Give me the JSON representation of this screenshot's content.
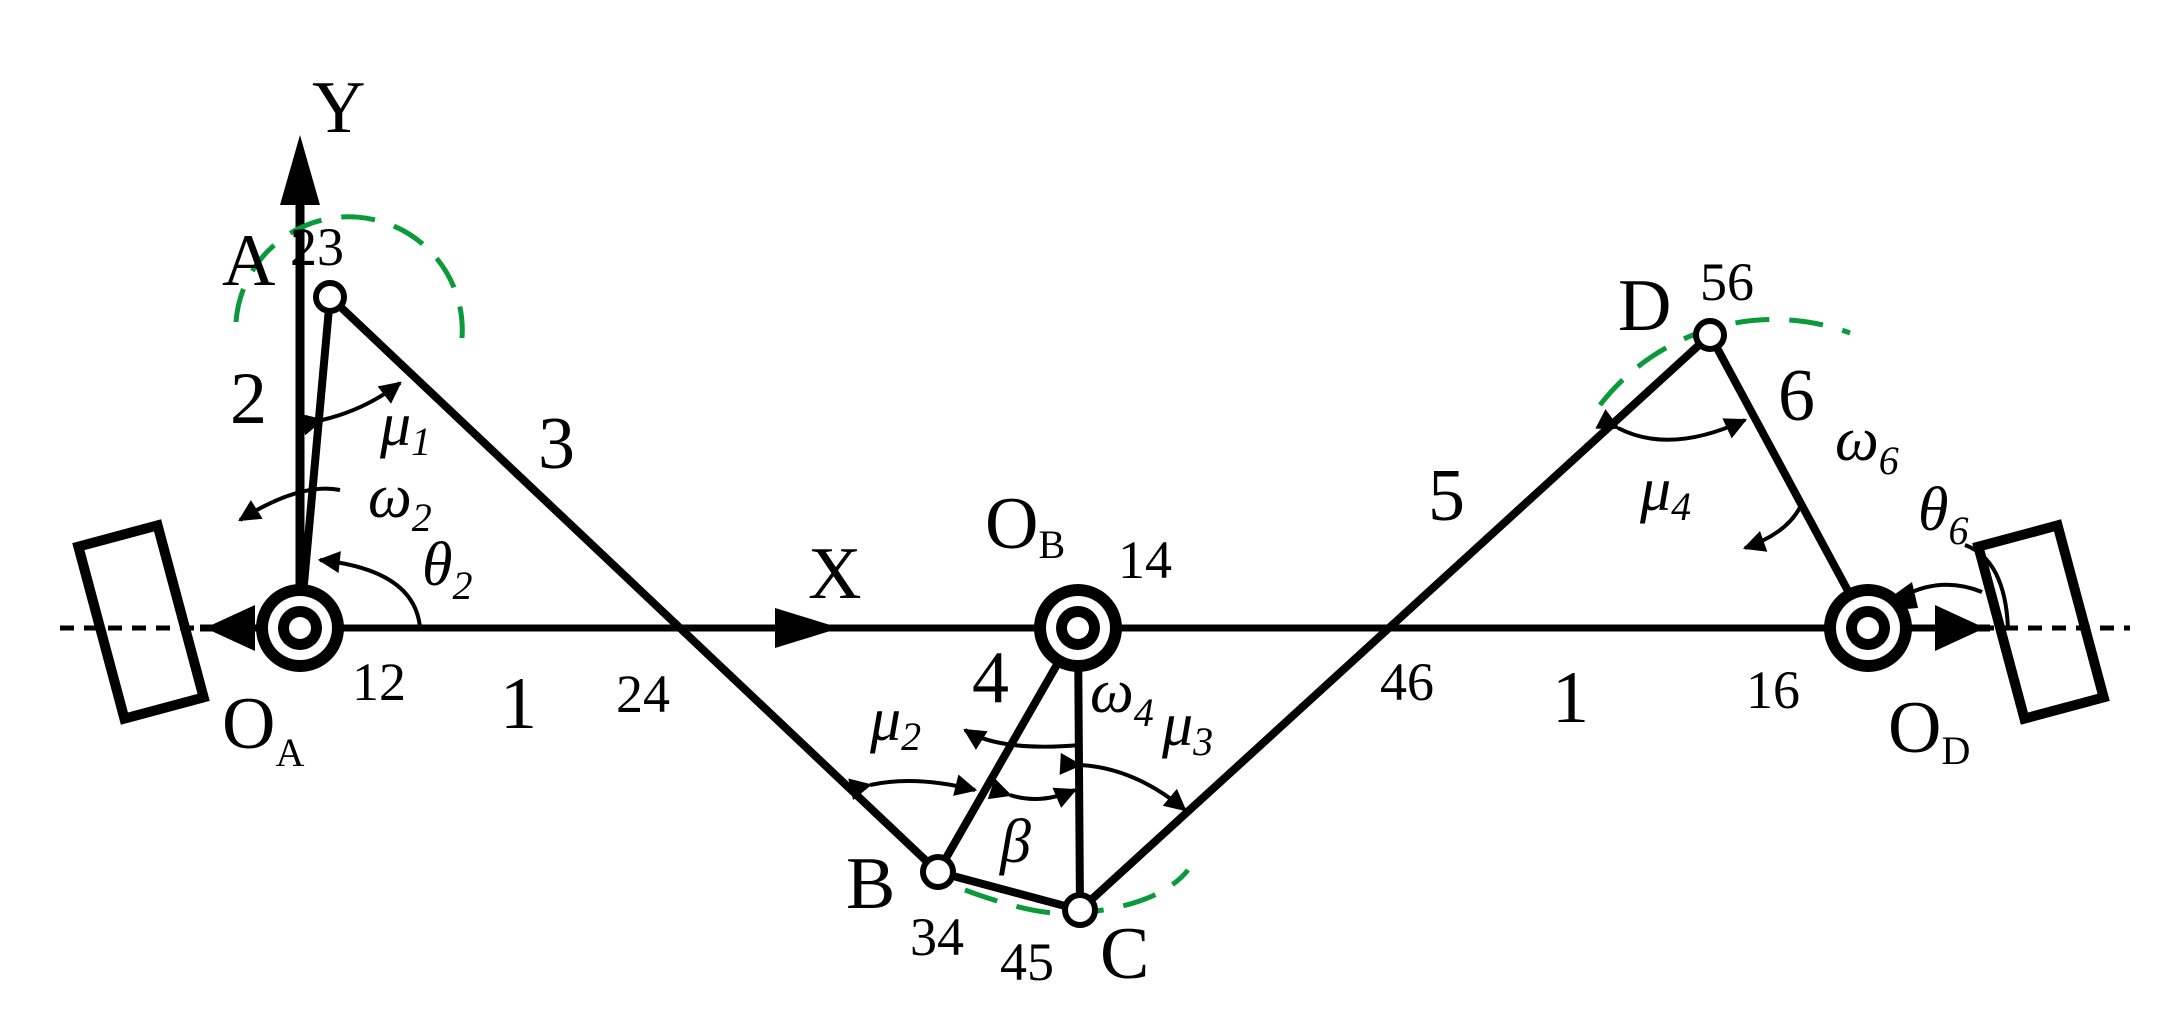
{
  "axes": {
    "x": "X",
    "y": "Y"
  },
  "points": {
    "A": "A",
    "B": "B",
    "C": "C",
    "D": "D",
    "OA": "O",
    "OA_sub": "A",
    "OB": "O",
    "OB_sub": "B",
    "OD": "O",
    "OD_sub": "D"
  },
  "links": {
    "l1_left": "1",
    "l1_right": "1",
    "l2": "2",
    "l3": "3",
    "l4": "4",
    "l5": "5",
    "l6": "6"
  },
  "joints": {
    "j12": "12",
    "j23": "23",
    "j24": "24",
    "j14": "14",
    "j46": "46",
    "j16": "16",
    "j56": "56",
    "j34": "34",
    "j45": "45"
  },
  "angles": {
    "mu1": "μ",
    "mu1_sub": "1",
    "mu2": "μ",
    "mu2_sub": "2",
    "mu3": "μ",
    "mu3_sub": "3",
    "mu4": "μ",
    "mu4_sub": "4",
    "omega2": "ω",
    "omega2_sub": "2",
    "omega4": "ω",
    "omega4_sub": "4",
    "omega6": "ω",
    "omega6_sub": "6",
    "theta2": "θ",
    "theta2_sub": "2",
    "theta6": "θ",
    "theta6_sub": "6",
    "beta": "β"
  },
  "colors": {
    "ink": "#000000",
    "arc": "#0a9a3a"
  }
}
